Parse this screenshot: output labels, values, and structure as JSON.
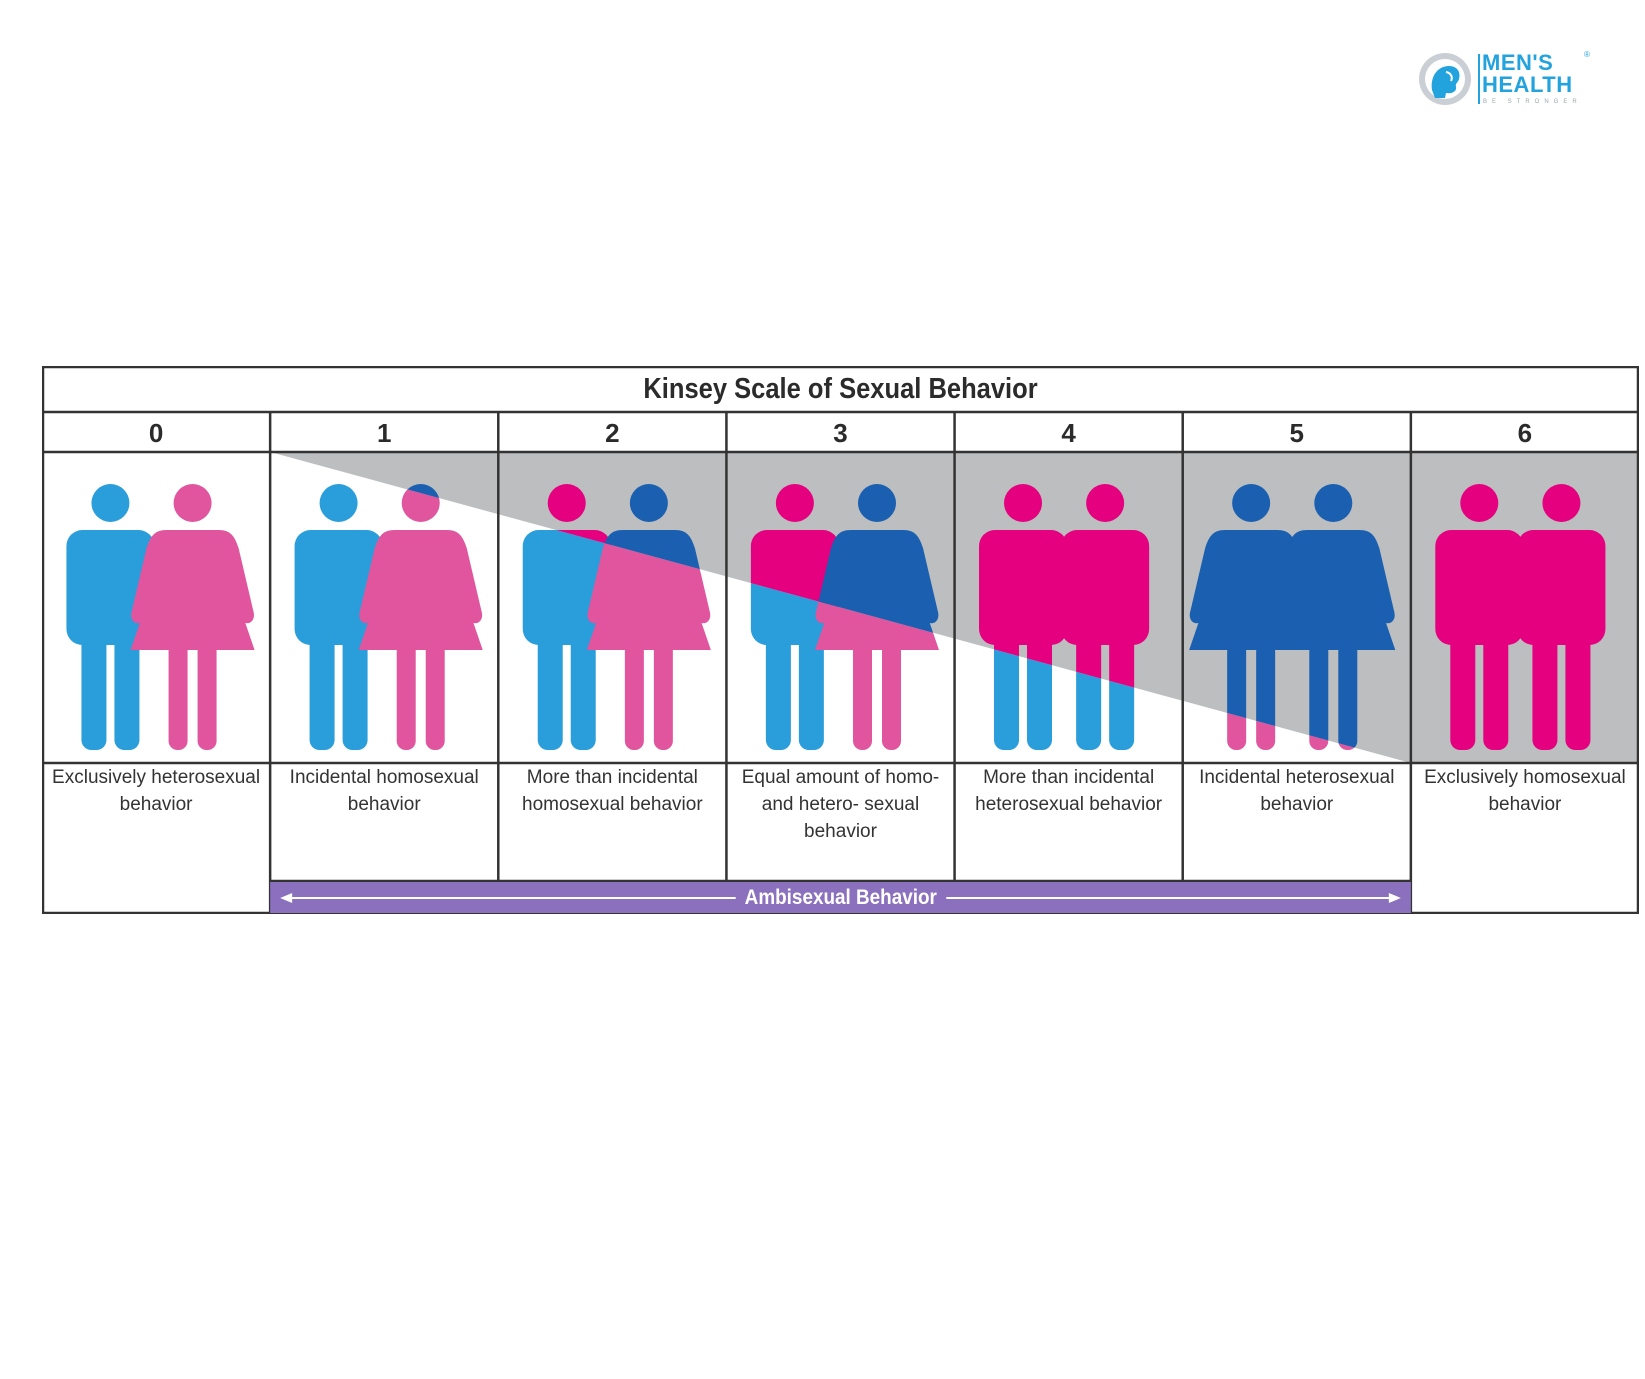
{
  "logo": {
    "line1": "MEN'S",
    "line2": "HEALTH",
    "tagline": "BE STRONGER",
    "registered": "®",
    "icon": "athlete-head-icon",
    "color": "#23a3de"
  },
  "diagram": {
    "title": "Kinsey Scale of Sexual Behavior",
    "ambisexual_label": "Ambisexual Behavior",
    "colors": {
      "male_hetero": "#2a9ddb",
      "female_hetero": "#e0559d",
      "male_homo": "#e5007f",
      "female_homo": "#1a5fb0",
      "shade": "#bcbec0",
      "band": "#8b70bd"
    },
    "columns": [
      {
        "number": "0",
        "label": "Exclusively heterosexual behavior"
      },
      {
        "number": "1",
        "label": "Incidental homosexual behavior"
      },
      {
        "number": "2",
        "label": "More than incidental homosexual behavior"
      },
      {
        "number": "3",
        "label": "Equal amount of homo- and hetero- sexual behavior"
      },
      {
        "number": "4",
        "label": "More than incidental heterosexual behavior"
      },
      {
        "number": "5",
        "label": "Incidental heterosexual behavior"
      },
      {
        "number": "6",
        "label": "Exclusively homosexual behavior"
      }
    ]
  }
}
